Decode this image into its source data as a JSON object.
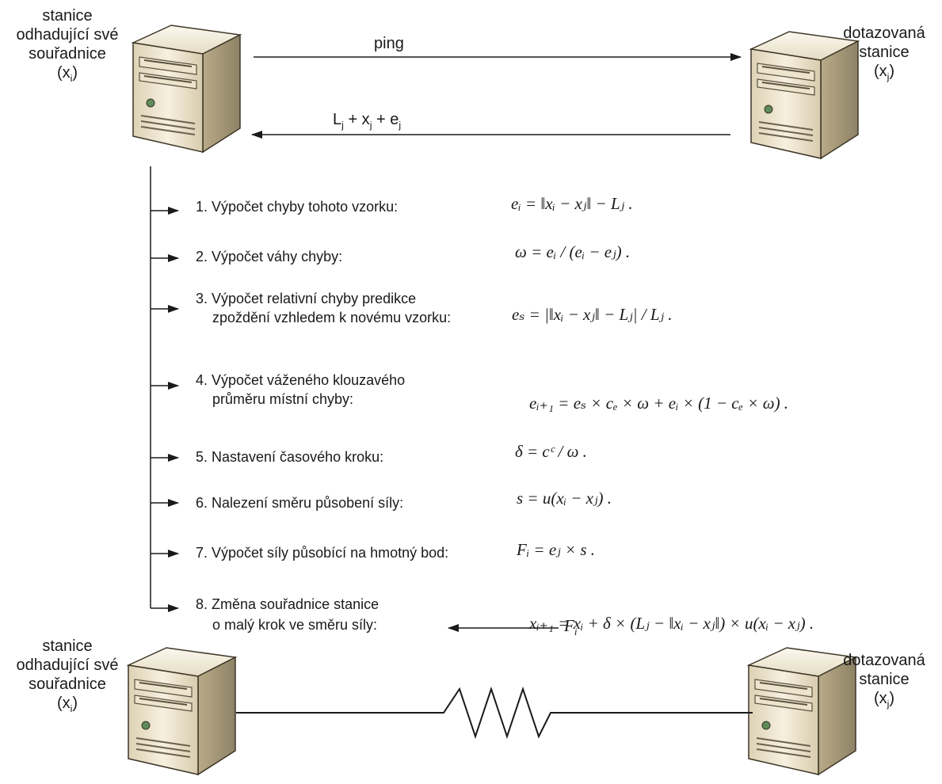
{
  "top": {
    "left_station": {
      "line1": "stanice",
      "line2": "odhadující své",
      "line3": "souřadnice",
      "coord": "(x",
      "coord_sub": "i",
      "coord_end": ")"
    },
    "right_station": {
      "line1": "dotazovaná",
      "line2": "stanice",
      "coord": "(x",
      "coord_sub": "j",
      "coord_end": ")"
    },
    "ping_label": "ping",
    "reply": {
      "L": "L",
      "Ls": "j",
      "plus1": " + x",
      "xs": "j",
      "plus2": " + e",
      "es": "j"
    }
  },
  "steps": [
    {
      "text": "1. Výpočet chyby tohoto vzorku:",
      "formula": "eᵢ = ‖xᵢ − xⱼ‖ − Lⱼ ."
    },
    {
      "text": "2. Výpočet váhy chyby:",
      "formula": "ω = eᵢ / (eᵢ − eⱼ) ."
    },
    {
      "text": "3. Výpočet relativní chyby predikce",
      "text2": "zpoždění vzhledem k novému vzorku:",
      "formula": "eₛ = |‖xᵢ − xⱼ‖ − Lⱼ| / Lⱼ ."
    },
    {
      "text": "4. Výpočet váženého klouzavého",
      "text2": "průměru místní chyby:",
      "formula": "eᵢ₊₁ = eₛ × cₑ × ω + eᵢ × (1 − cₑ × ω) ."
    },
    {
      "text": "5. Nastavení časového kroku:",
      "formula": "δ = cᶜ / ω ."
    },
    {
      "text": "6. Nalezení směru působení síly:",
      "formula": "s = u(xᵢ − xⱼ) ."
    },
    {
      "text": "7. Výpočet síly působící na hmotný bod:",
      "formula": "Fᵢ = eⱼ × s ."
    },
    {
      "text": "8. Změna souřadnice stanice",
      "text2": "o malý krok ve směru síly:",
      "formula": "xᵢ₊₁ = xᵢ + δ × (Lⱼ − ‖xᵢ − xⱼ‖) × u(xᵢ − xⱼ) ."
    }
  ],
  "bottom": {
    "left_station": {
      "line1": "stanice",
      "line2": "odhadující své",
      "line3": "souřadnice",
      "coord": "(x",
      "coord_sub": "i",
      "coord_end": ")"
    },
    "right_station": {
      "line1": "dotazovaná",
      "line2": "stanice",
      "coord": "(x",
      "coord_sub": "j",
      "coord_end": ")"
    },
    "force": {
      "F": "F",
      "sub": "i"
    }
  },
  "icons": {
    "server": "server-tower-icon",
    "spring": "spring-icon",
    "arrow": "arrow-icon"
  },
  "colors": {
    "server_light": "#f3ecd9",
    "server_mid": "#c9bc9a",
    "server_dark": "#7a6f57",
    "line": "#1a1a1a"
  }
}
